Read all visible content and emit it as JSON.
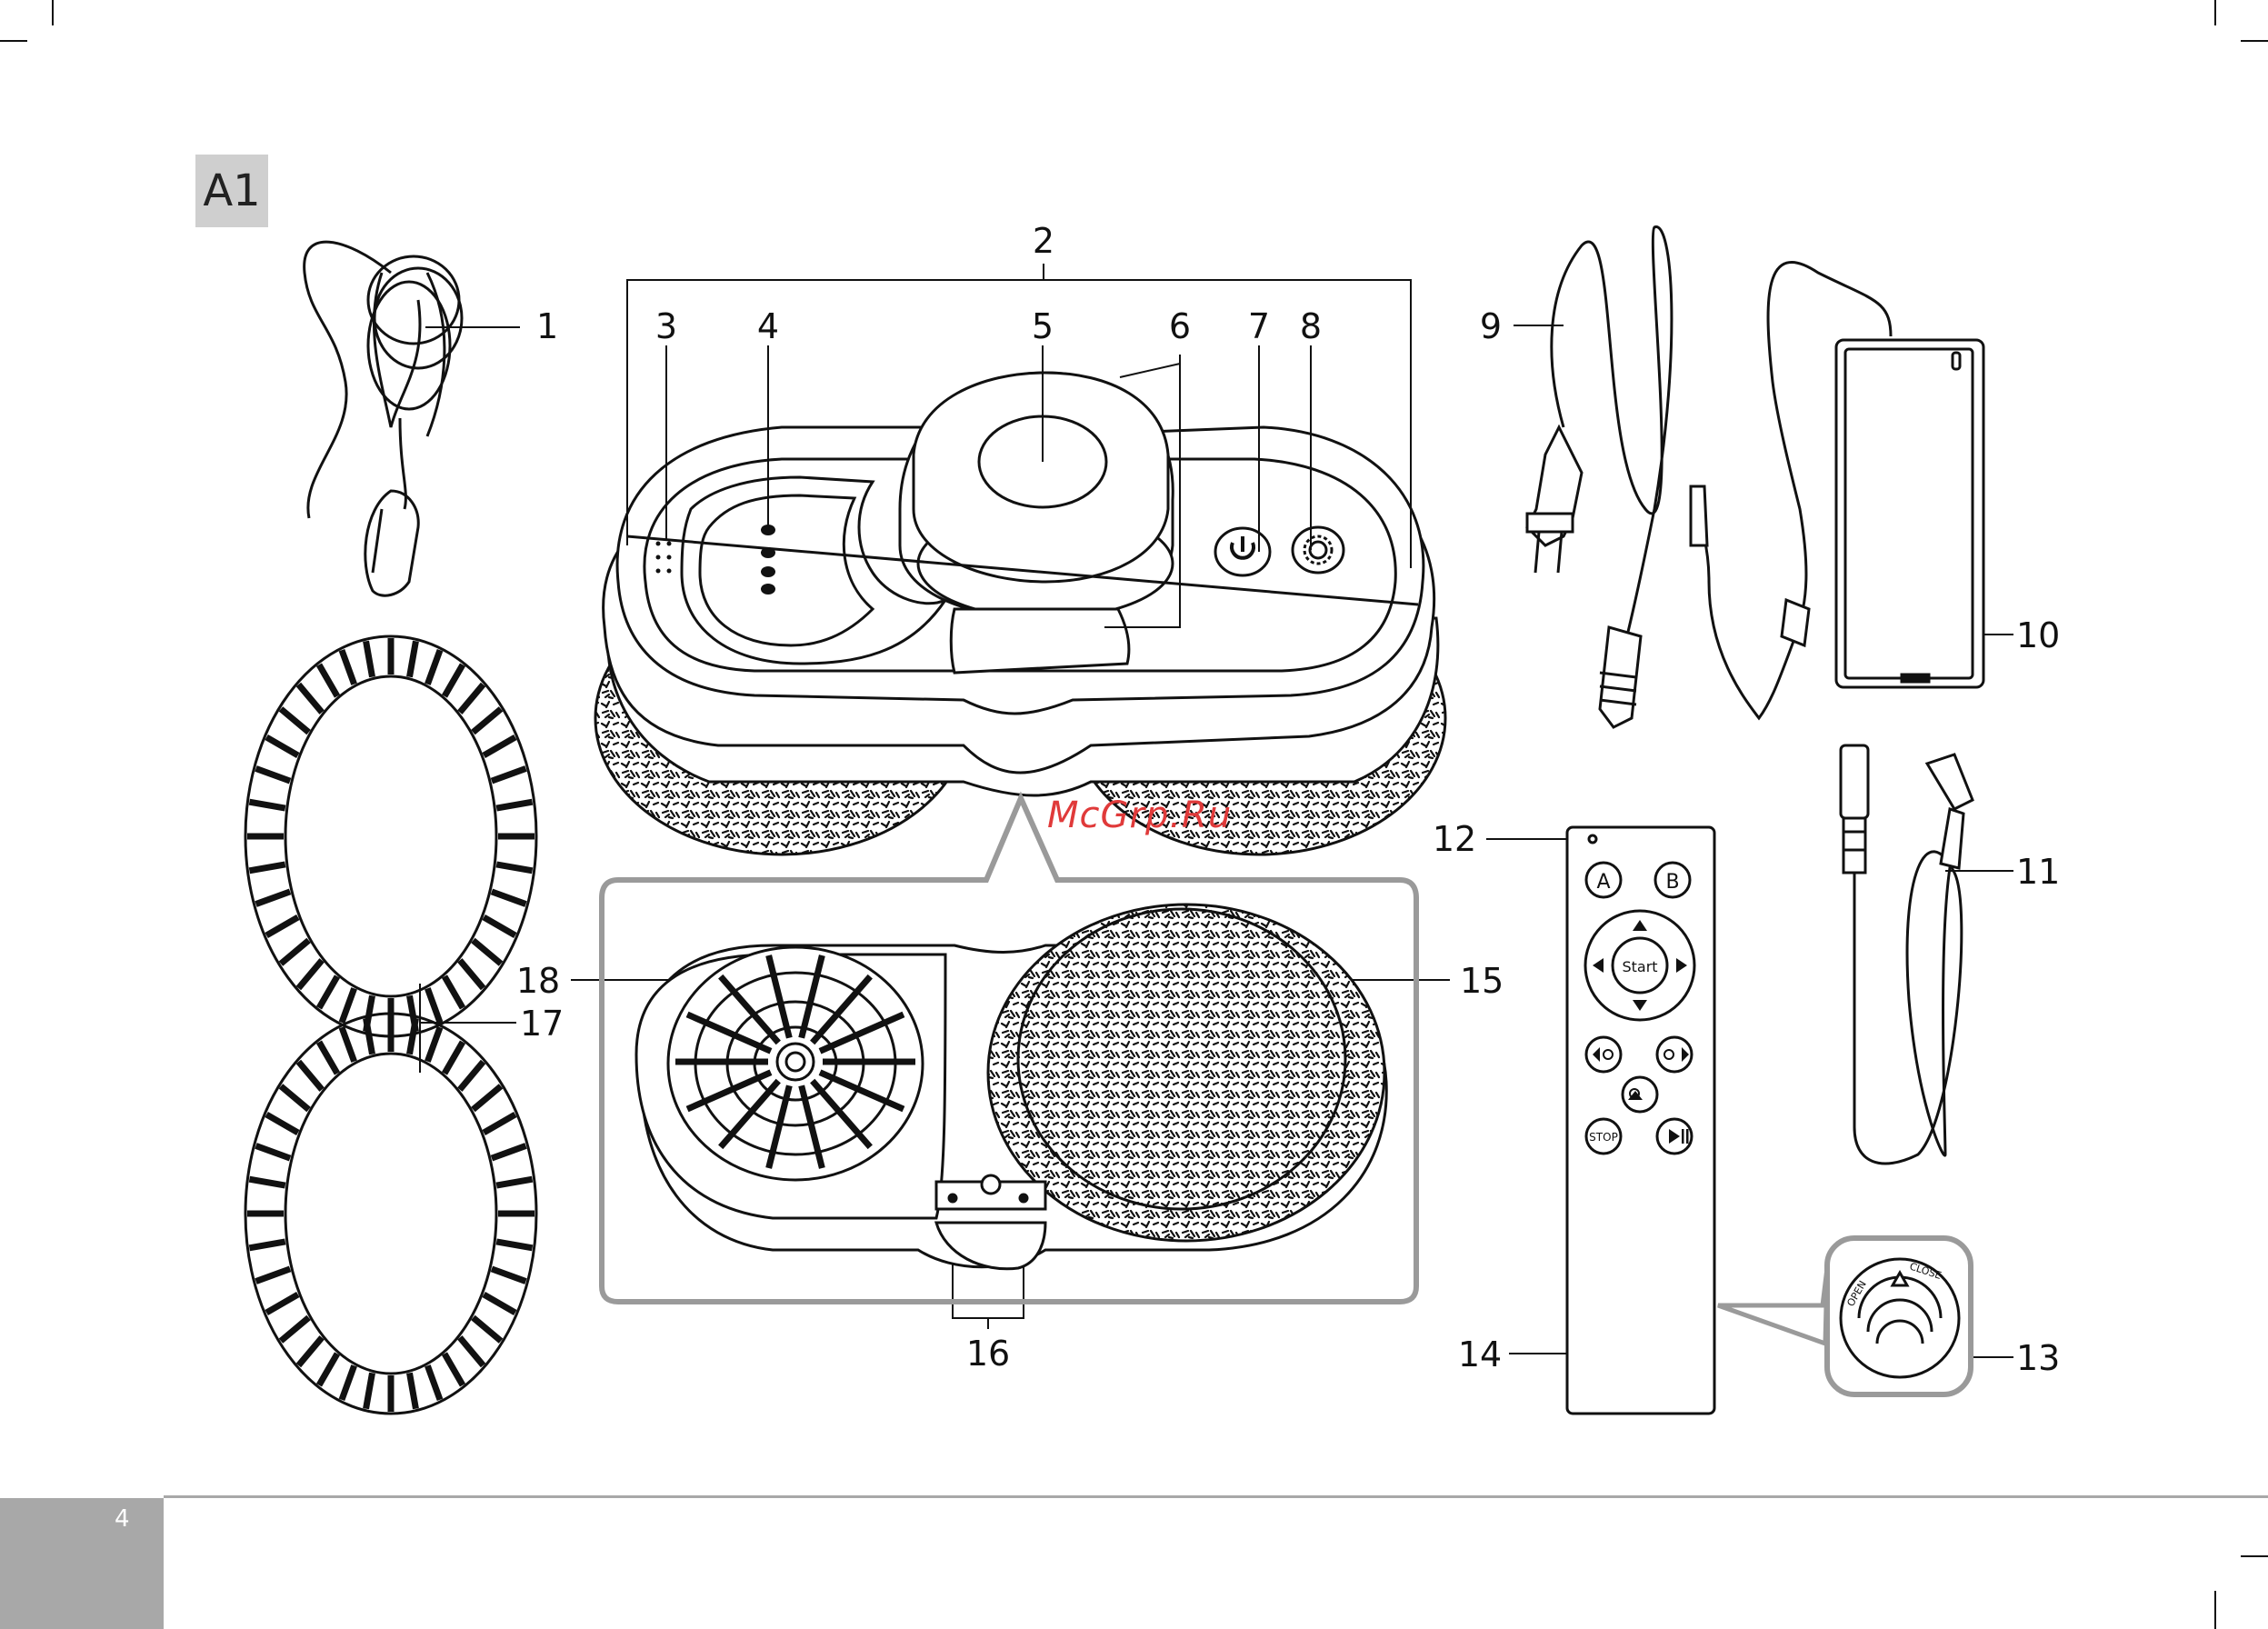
{
  "section_label": "A1",
  "page_number": "4",
  "watermark": "McGrp.Ru",
  "callouts": [
    "1",
    "2",
    "3",
    "4",
    "5",
    "6",
    "7",
    "8",
    "9",
    "10",
    "11",
    "12",
    "13",
    "14",
    "15",
    "16",
    "17",
    "18"
  ],
  "remote": {
    "btn_a": "A",
    "btn_b": "B",
    "btn_start": "Start",
    "btn_stop": "STOP"
  },
  "battery_cover": {
    "open": "OPEN",
    "close": "CLOSE"
  }
}
